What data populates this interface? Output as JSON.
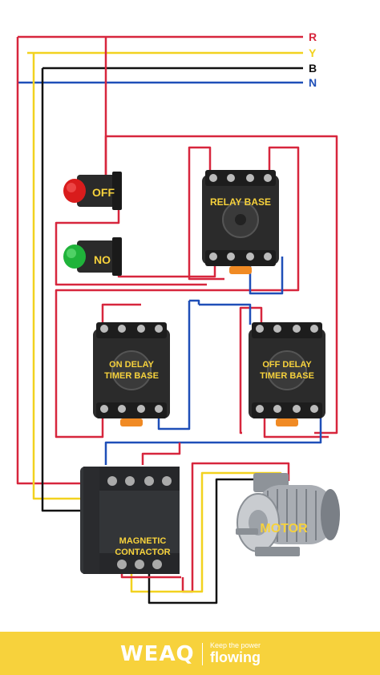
{
  "lines": [
    {
      "label": "R",
      "color": "#d7263d"
    },
    {
      "label": "Y",
      "color": "#f2d21f"
    },
    {
      "label": "B",
      "color": "#111111"
    },
    {
      "label": "N",
      "color": "#1f4fb8"
    }
  ],
  "components": {
    "off_button": "OFF",
    "no_button": "NO",
    "relay_base": "RELAY BASE",
    "on_delay_timer_base": [
      "ON DELAY",
      "TIMER BASE"
    ],
    "off_delay_timer_base": [
      "OFF DELAY",
      "TIMER BASE"
    ],
    "magnetic_contactor": [
      "MAGNETIC",
      "CONTACTOR"
    ],
    "motor": "MOTOR"
  },
  "footer": {
    "brand": "WEAQ",
    "tagline_top": "Keep the power",
    "tagline_bottom": "flowing"
  },
  "colors": {
    "red": "#d7263d",
    "yellow": "#f2d21f",
    "black": "#111111",
    "blue": "#1f4fb8",
    "label_yellow": "#f7d23c"
  }
}
